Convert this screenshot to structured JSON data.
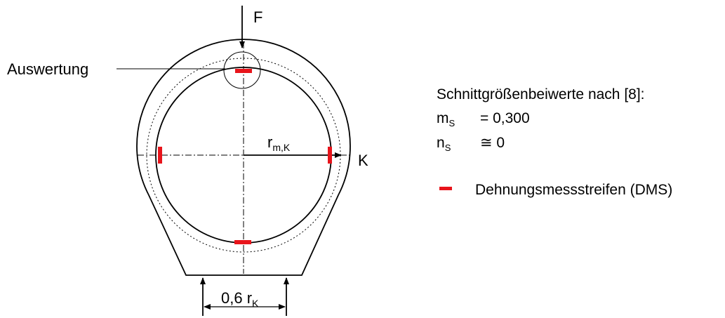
{
  "diagram": {
    "force_label": "F",
    "evaluation_label": "Auswertung",
    "radius_label": "r",
    "radius_sub": "m,K",
    "k_label": "K",
    "width_label": "0,6 r",
    "width_sub": "K"
  },
  "info": {
    "heading": "Schnittgrößenbeiwerte nach [8]:",
    "rows": [
      {
        "symbol": "m",
        "sub": "S",
        "value": "= 0,300"
      },
      {
        "symbol": "n",
        "sub": "S",
        "value": "≅ 0"
      }
    ],
    "legend_label": "Dehnungsmessstreifen (DMS)"
  },
  "colors": {
    "line": "#000000",
    "strain_gauge": "#e8141b"
  },
  "icons": {
    "strain_gauge": "red-bar-icon",
    "force": "arrow-down-icon",
    "support": "arrow-up-icon"
  }
}
